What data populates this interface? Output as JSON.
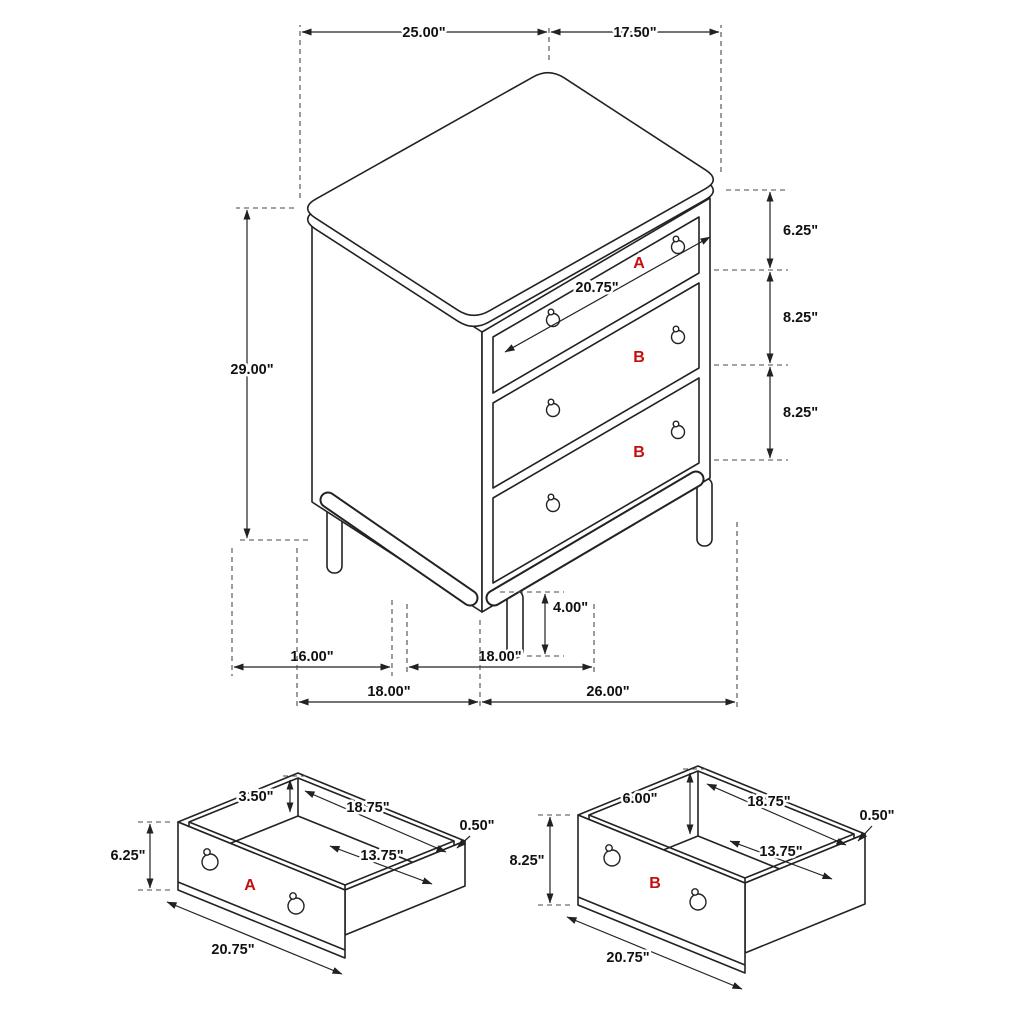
{
  "colors": {
    "line": "#222222",
    "dimension_label": "#111111",
    "drawer_label": "#c40f0f",
    "background": "#ffffff"
  },
  "main_view": {
    "drawer_labels": {
      "top": "A",
      "middle": "B",
      "bottom": "B"
    },
    "dims": {
      "top_width": "25.00\"",
      "top_depth": "17.50\"",
      "overall_height": "29.00\"",
      "drawer_a_height": "6.25\"",
      "drawer_b1_height": "8.25\"",
      "drawer_b2_height": "8.25\"",
      "drawer_front_width": "20.75\"",
      "leg_height": "4.00\"",
      "leg_spacing_side": "16.00\"",
      "leg_spacing_front": "18.00\"",
      "base_depth": "18.00\"",
      "base_width": "26.00\""
    }
  },
  "drawer_a_view": {
    "label": "A",
    "dims": {
      "front_height": "6.25\"",
      "inner_height": "3.50\"",
      "inner_length": "18.75\"",
      "panel_thickness": "0.50\"",
      "inner_width": "13.75\"",
      "front_width": "20.75\""
    }
  },
  "drawer_b_view": {
    "label": "B",
    "dims": {
      "front_height": "8.25\"",
      "inner_height": "6.00\"",
      "inner_length": "18.75\"",
      "panel_thickness": "0.50\"",
      "inner_width": "13.75\"",
      "front_width": "20.75\""
    }
  }
}
